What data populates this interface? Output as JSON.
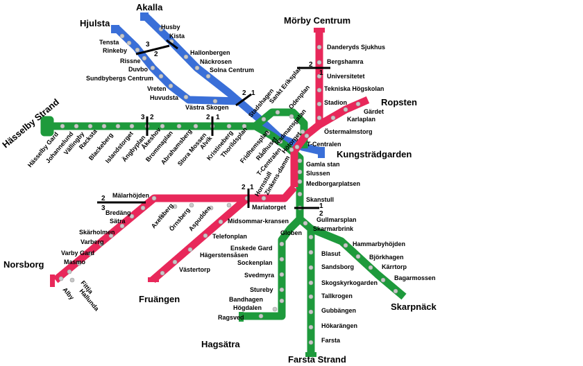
{
  "colors": {
    "red": "#e8285a",
    "green": "#1e9a3c",
    "blue": "#3a6fd8",
    "station_fill": "#c8c8c8",
    "bar": "#000000"
  },
  "terminals": {
    "akalla": "Akalla",
    "hjulsta": "Hjulsta",
    "morby": "Mörby Centrum",
    "ropsten": "Ropsten",
    "hasselby": "Hässelby Strand",
    "kungstradgarden": "Kungsträdgarden",
    "norsborg": "Norsborg",
    "fruangen": "Fruängen",
    "skarpnack": "Skarpnäck",
    "hagsatra": "Hagsätra",
    "farsta": "Farsta Strand"
  },
  "stations": {
    "tensta": "Tensta",
    "rinkeby": "Rinkeby",
    "rissne": "Rissne",
    "duvbo": "Duvbo",
    "sundbyberg": "Sundbybergs Centrum",
    "husby": "Husby",
    "kista": "Kista",
    "hallonbergen": "Hallonbergen",
    "nackrosen": "Näckrosen",
    "solna": "Solna Centrum",
    "vreten": "Vreten",
    "huvudsta": "Huvudsta",
    "vastra": "Västra Skogen",
    "stadshagen": "Stadshagen",
    "sankt": "Sankt Eriksplan",
    "odenplan": "Odenplan",
    "radmansgatan": "Radmansgatan",
    "hotorget": "Hötorget",
    "tcentralen": "T-Centralen",
    "radhuset": "Rådhuset",
    "fridhemsplan": "Fridhemsplan",
    "thorildsplan": "Thorildsplan",
    "kristineberg": "Kristineberg",
    "alvik": "Alvik",
    "storamossen": "Stora Mossen",
    "abrahamsberg": "Abrahamsberg",
    "brommaplan": "Brommaplan",
    "akeshov": "Åkeshov",
    "angbyplan": "Ängbyplan",
    "islandstorget": "Islandstorget",
    "blackeberg": "Blackeberg",
    "racksta": "Racksta",
    "vallingby": "Vällingby",
    "johannelund": "Johannelund",
    "hasselbygard": "Hässelby Gard",
    "danderyd": "Danderyds Sjukhus",
    "bergshamra": "Bergshamra",
    "universitetet": "Universitetet",
    "tekniska": "Tekniska Högskolan",
    "stadion": "Stadion",
    "gardet": "Gärdet",
    "karlaplan": "Karlaplan",
    "ostermalmstorg": "Östermalmstorg",
    "tcentralen2": "T-Centralen",
    "gamlastan": "Gamla stan",
    "slussen": "Slussen",
    "medborgarplatsen": "Medborgarplatsen",
    "skanstull": "Skanstull",
    "gullmarsplan": "Gullmarsplan",
    "skarmarbrink": "Skarmarbrink",
    "globen": "Globen",
    "tcentralen3": "T-Centralen",
    "hornstull": "Hornstull",
    "zinkensdamm": "Zinkens-damm",
    "mariatorget": "Mariatorget",
    "malarhojden": "Mälarhöjden",
    "bredang": "Bredäng",
    "satra": "Sätra",
    "skarholmen": "Skärholmen",
    "varberg": "Varberg",
    "varbygard": "Varby Gard",
    "masmo": "Masmo",
    "fittja": "Fittja",
    "alby": "Alby",
    "hallunda": "Hallunda",
    "axelsberg": "Axelsberg",
    "ornsberg": "Örnsberg",
    "aspudden": "Aspudden",
    "midsommar": "Midsommar-kransen",
    "telefonplan": "Telefonplan",
    "hagerstensasen": "Hägerstensåsen",
    "vastertorp": "Västertorp",
    "enskede": "Enskede Gard",
    "sockenplan": "Sockenplan",
    "svedmyra": "Svedmyra",
    "stureby": "Stureby",
    "bandhagen": "Bandhagen",
    "hogdalen": "Högdalen",
    "ragsved": "Ragsved",
    "hammarby": "Hammarbyhöjden",
    "bjorkhagen": "Björkhagen",
    "karrtorp": "Kärrtorp",
    "bagarmossen": "Bagarmossen",
    "blasut": "Blasut",
    "sandsborg": "Sandsborg",
    "skogskyrkogarden": "Skogskyrkogarden",
    "tallkrogen": "Tallkrogen",
    "gubbangen": "Gubbängen",
    "hokarangen": "Hökarängen",
    "farsta": "Farsta"
  },
  "zone_numbers": {
    "one": "1",
    "two": "2",
    "three": "3"
  }
}
